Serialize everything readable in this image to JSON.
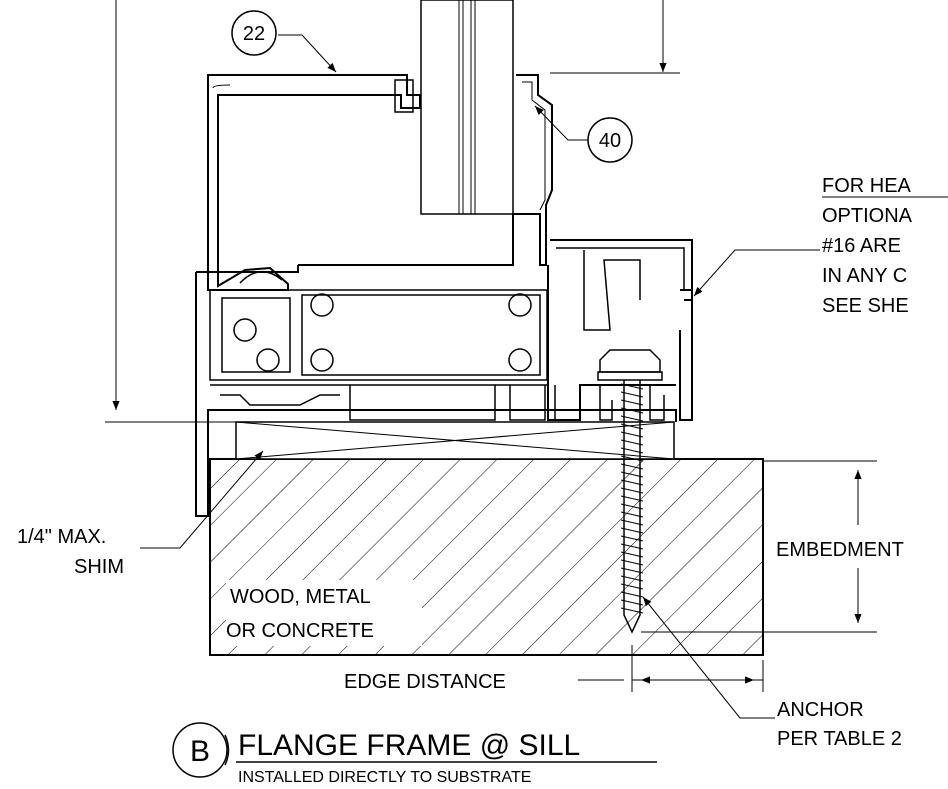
{
  "callouts": {
    "frame_tag": "22",
    "gasket_tag": "40"
  },
  "notes": {
    "heavy_line1": "FOR HEA",
    "heavy_line2": "OPTIONA",
    "heavy_line3": "#16 ARE",
    "heavy_line4": "IN ANY C",
    "heavy_line5": "SEE SHE"
  },
  "labels": {
    "shim_line1": "1/4\" MAX.",
    "shim_line2": "SHIM",
    "substrate_line1": "WOOD, METAL",
    "substrate_line2": "OR CONCRETE",
    "embedment": "EMBEDMENT",
    "edge_distance": "EDGE DISTANCE",
    "anchor_line1": "ANCHOR",
    "anchor_line2": "PER TABLE 2"
  },
  "title_block": {
    "detail_letter": "B",
    "title": "FLANGE FRAME @ SILL",
    "subtitle": "INSTALLED DIRECTLY TO SUBSTRATE"
  }
}
